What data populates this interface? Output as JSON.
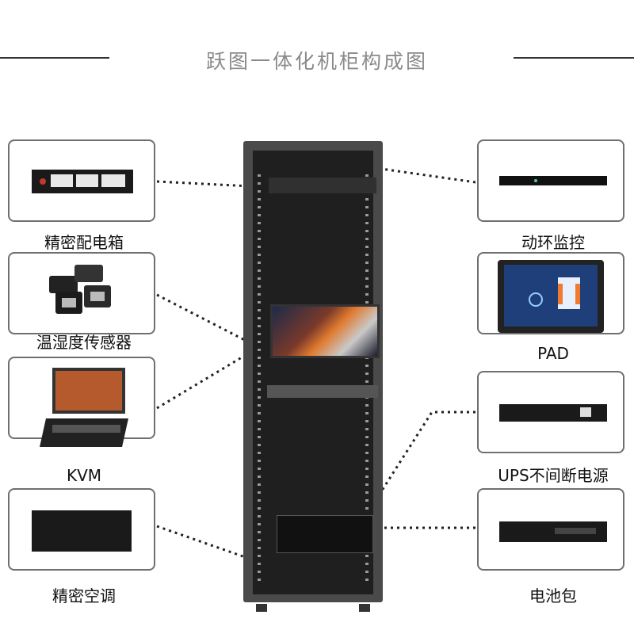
{
  "title": "跃图一体化机柜构成图",
  "components": {
    "left": [
      {
        "label": "精密配电箱",
        "icon": "power-distribution-unit"
      },
      {
        "label": "温湿度传感器",
        "icon": "temperature-humidity-sensor"
      },
      {
        "label": "KVM",
        "icon": "kvm-console"
      },
      {
        "label": "精密空调",
        "icon": "precision-air-conditioner"
      }
    ],
    "right": [
      {
        "label": "动环监控",
        "icon": "environment-monitor"
      },
      {
        "label": "PAD",
        "icon": "tablet"
      },
      {
        "label": "UPS不间断电源",
        "icon": "ups"
      },
      {
        "label": "电池包",
        "icon": "battery-pack"
      }
    ]
  },
  "colors": {
    "frame": "#6f6f6f",
    "cabinet": "#4a4a4a",
    "title": "#8a8a8a"
  }
}
